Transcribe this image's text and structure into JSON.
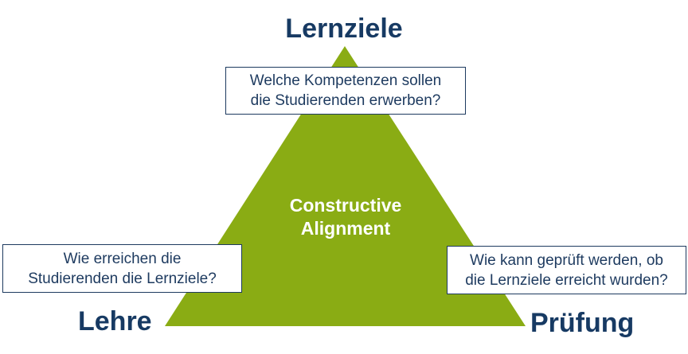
{
  "colors": {
    "triangle_fill": "#8aac14",
    "heading_text": "#173a63",
    "box_text": "#1d3a5f",
    "box_border": "#1d3a5f",
    "center_text": "#ffffff"
  },
  "diagram": {
    "center": {
      "line1": "Constructive",
      "line2": "Alignment"
    },
    "corners": {
      "top": {
        "label": "Lernziele",
        "question": {
          "line1": "Welche Kompetenzen sollen",
          "line2": "die Studierenden erwerben?"
        }
      },
      "left": {
        "label": "Lehre",
        "question": {
          "line1": "Wie erreichen die",
          "line2": "Studierenden die Lernziele?"
        }
      },
      "right": {
        "label": "Prüfung",
        "question": {
          "line1": "Wie kann geprüft werden, ob",
          "line2": "die Lernziele erreicht wurden?"
        }
      }
    }
  }
}
